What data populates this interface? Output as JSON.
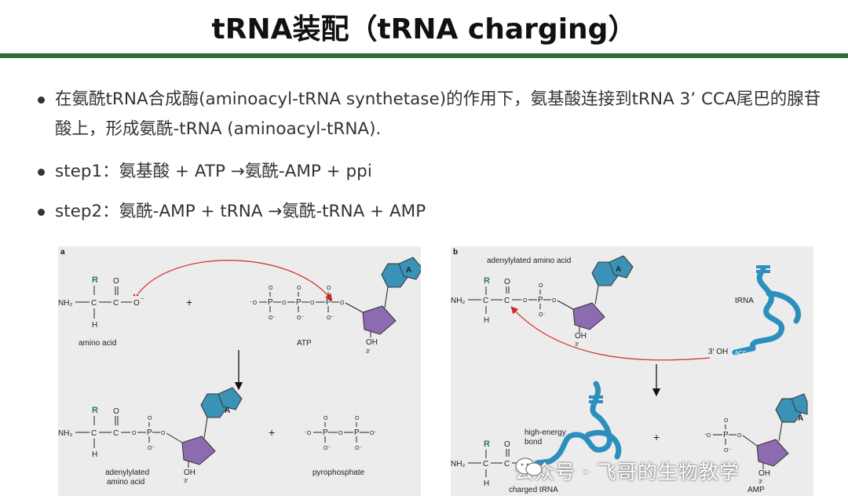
{
  "title": "tRNA装配（tRNA charging）",
  "bullets": [
    "在氨酰tRNA合成酶(aminoacyl-tRNA synthetase)的作用下，氨基酸连接到tRNA 3’ CCA尾巴的腺苷酸上，形成氨酰-tRNA (aminoacyl-tRNA).",
    "step1：氨基酸 + ATP →氨酰-AMP + ppi",
    "step2：氨酰-AMP + tRNA →氨酰-tRNA + AMP"
  ],
  "panel_a": {
    "letter": "a",
    "amino_acid": "amino acid",
    "atp": "ATP",
    "adenylylated_line1": "adenylylated",
    "adenylylated_line2": "amino acid",
    "pyrophosphate": "pyrophosphate",
    "plus": "+",
    "base": "A",
    "oh": "OH",
    "three_prime": "3′"
  },
  "panel_b": {
    "letter": "b",
    "adenylylated_amino_acid": "adenylylated amino acid",
    "trna": "tRNA",
    "three_prime_oh": "3′ OH",
    "acc": "ACC",
    "high_energy_line1": "high-energy",
    "high_energy_line2": "bond",
    "charged_trna": "charged tRNA",
    "amp": "AMP",
    "plus": "+",
    "base": "A",
    "oh": "OH",
    "three_prime": "3′"
  },
  "watermark": "公众号 · 飞哥的生物教学",
  "colors": {
    "rule": "#2e6b3a",
    "panel_bg": "#ececec",
    "adenine": "#3a93b6",
    "ribose": "#8c6bb1",
    "arrow_red": "#d42a2a",
    "trna": "#2c8fbd",
    "r_group": "#2c7a5a"
  }
}
